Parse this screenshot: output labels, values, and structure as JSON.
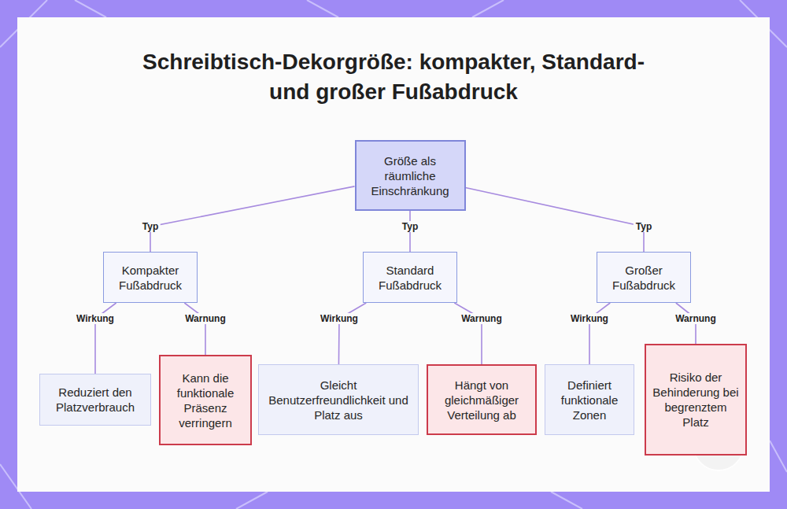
{
  "diagram": {
    "title": "Schreibtisch-Dekorgröße: kompakter, Standard- und großer Fußabdruck",
    "nodes": [
      {
        "text": [
          "Größe als räumliche Einschränkung"
        ]
      },
      {
        "text": [
          "Kompakter Fußabdruck"
        ]
      },
      {
        "text": [
          "Standard Fußabdruck"
        ]
      },
      {
        "text": [
          "Großer Fußabdruck"
        ]
      },
      {
        "text": [
          "Reduziert den Platzverbrauch"
        ]
      },
      {
        "text": [
          "Kann die funktionale Präsenz verringern"
        ]
      },
      {
        "text": [
          "Gleicht Benutzerfreundlichkeit und Platz aus"
        ]
      },
      {
        "text": [
          "Hängt von gleichmäßiger Verteilung ab"
        ]
      },
      {
        "text": [
          "Definiert funktionale Zonen"
        ]
      },
      {
        "text": [
          "Risiko der Behinderung bei begrenztem Platz"
        ]
      }
    ],
    "edges": [
      {
        "from": 0,
        "to": 1,
        "arrow": "none",
        "label": "Typ"
      },
      {
        "from": 0,
        "to": 2,
        "arrow": "none",
        "label": "Typ"
      },
      {
        "from": 0,
        "to": 3,
        "arrow": "none",
        "label": "Typ"
      },
      {
        "from": 1,
        "to": 4,
        "arrow": "none",
        "label": "Wirkung"
      },
      {
        "from": 1,
        "to": 5,
        "arrow": "none",
        "label": "Warnung"
      },
      {
        "from": 2,
        "to": 6,
        "arrow": "none",
        "label": "Wirkung"
      },
      {
        "from": 2,
        "to": 7,
        "arrow": "none",
        "label": "Warnung"
      },
      {
        "from": 3,
        "to": 8,
        "arrow": "none",
        "label": "Wirkung"
      },
      {
        "from": 3,
        "to": 9,
        "arrow": "none",
        "label": "Warnung"
      }
    ]
  }
}
